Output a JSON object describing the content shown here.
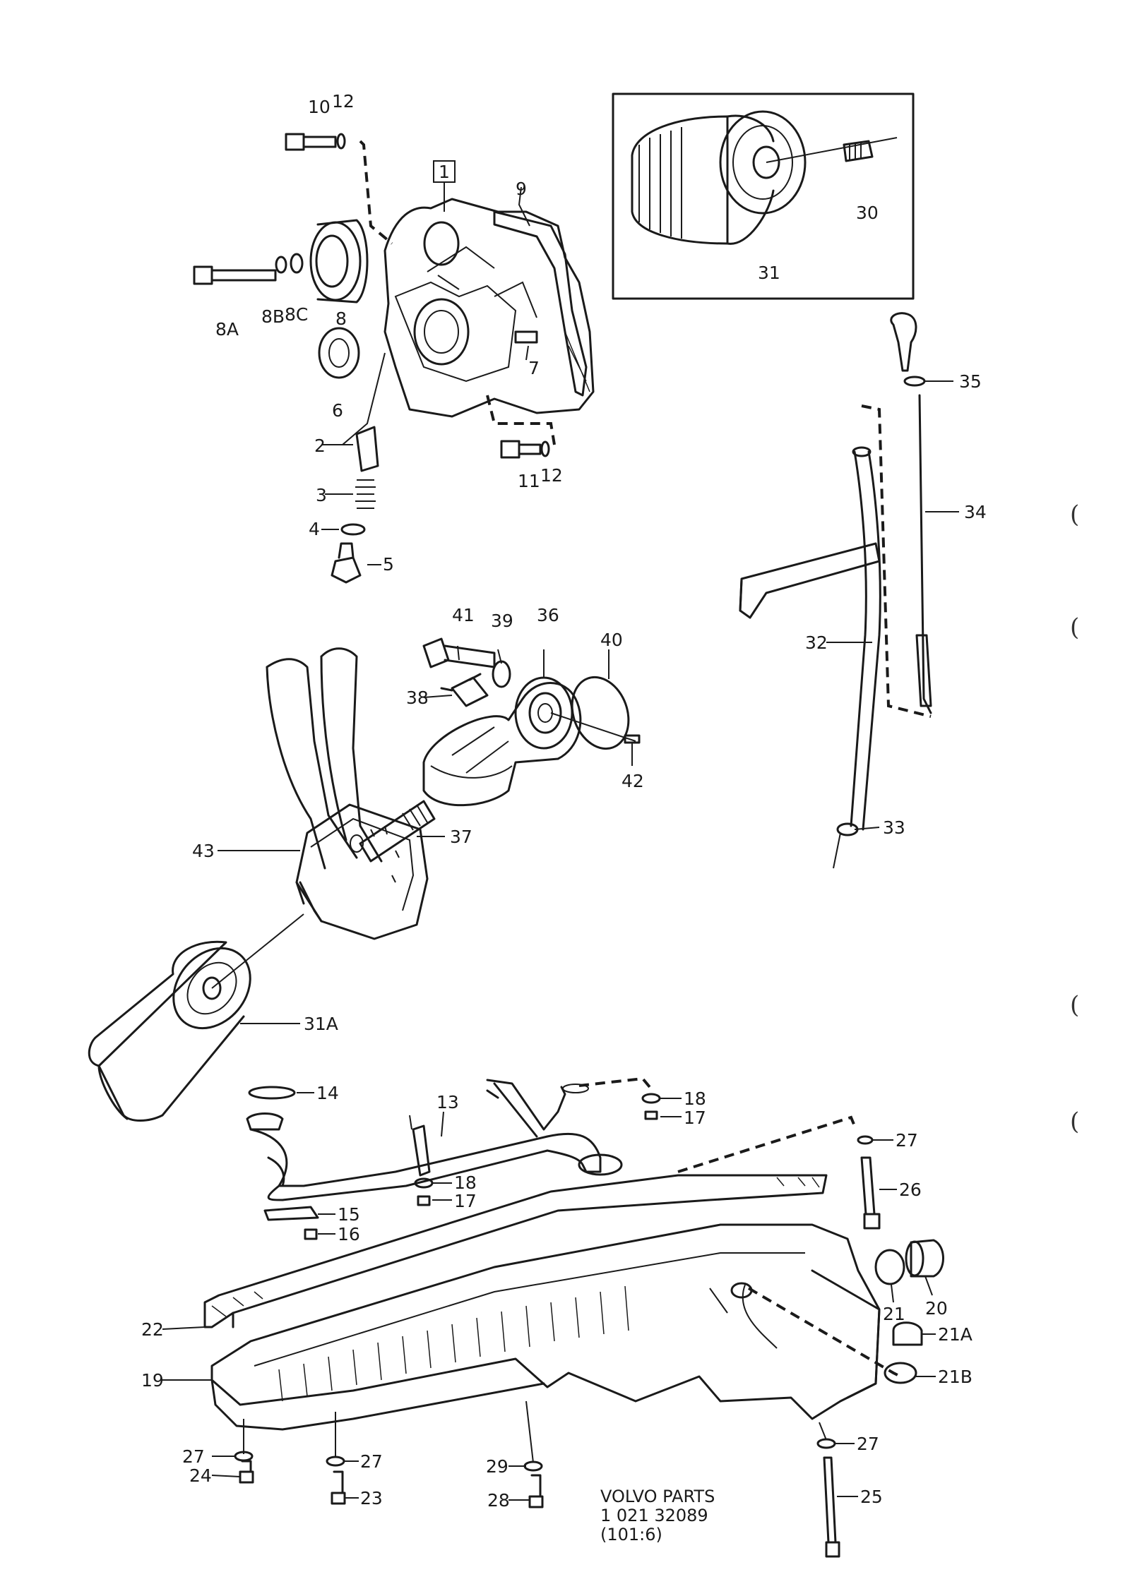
{
  "diagram": {
    "callouts": {
      "c10": "10",
      "c12a": "12",
      "c1": "1",
      "c9": "9",
      "c8A": "8A",
      "c8B": "8B",
      "c8C": "8C",
      "c8": "8",
      "c6": "6",
      "c7": "7",
      "c2": "2",
      "c3": "3",
      "c4": "4",
      "c5": "5",
      "c11": "11",
      "c12b": "12",
      "c30": "30",
      "c31": "31",
      "c35": "35",
      "c34": "34",
      "c32": "32",
      "c33": "33",
      "c41": "41",
      "c39": "39",
      "c36": "36",
      "c40": "40",
      "c38": "38",
      "c42": "42",
      "c43": "43",
      "c37": "37",
      "c31A": "31A",
      "c14": "14",
      "c13": "13",
      "c18a": "18",
      "c17a": "17",
      "c18b": "18",
      "c17b": "17",
      "c15": "15",
      "c16": "16",
      "c27a": "27",
      "c26": "26",
      "c21": "21",
      "c20": "20",
      "c21A": "21A",
      "c21B": "21B",
      "c22": "22",
      "c19": "19",
      "c27b": "27",
      "c24": "24",
      "c27c": "27",
      "c23": "23",
      "c29": "29",
      "c28": "28",
      "c27d": "27",
      "c25": "25"
    },
    "footer": {
      "brand": "VOLVO PARTS",
      "number": "1 021 32089",
      "ref": "(101:6)"
    },
    "margin_marks": [
      "(",
      "(",
      "(",
      "("
    ]
  }
}
